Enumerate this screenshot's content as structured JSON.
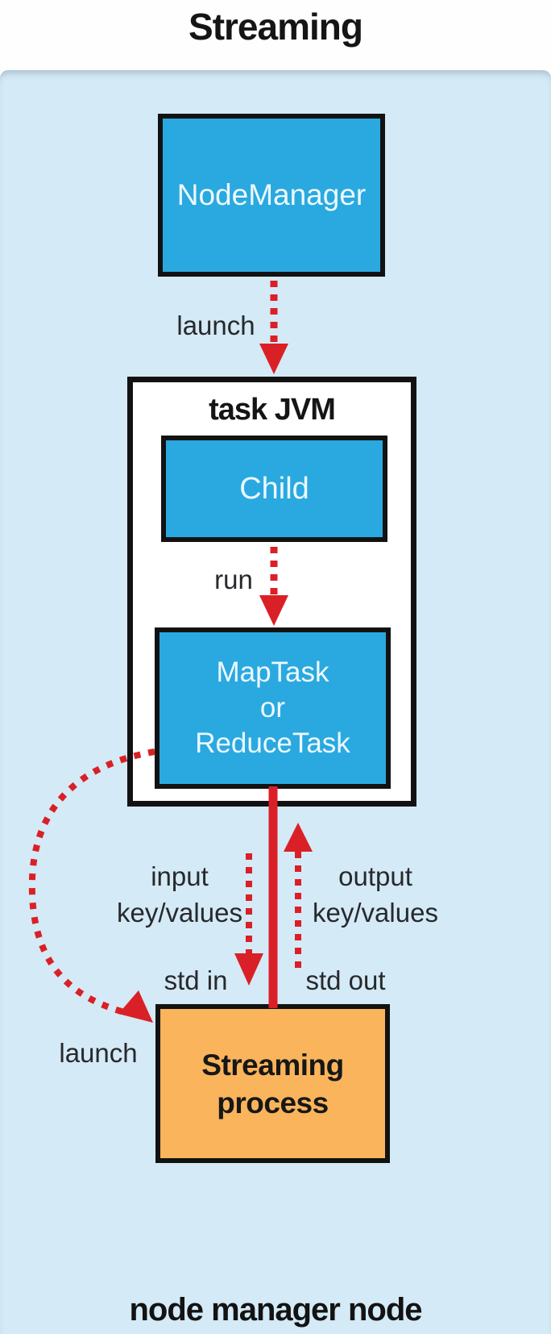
{
  "title": "Streaming",
  "footer": "node manager node",
  "colors": {
    "panel": "#d4eaf6",
    "box-blue": "#29a9e0",
    "box-orange": "#f9b45c",
    "red": "#da2027",
    "border": "#121212",
    "label": "#27292c"
  },
  "nodes": {
    "node_manager": "NodeManager",
    "task_jvm": "task JVM",
    "child": "Child",
    "map_task": "MapTask\nor\nReduceTask",
    "streaming_process": "Streaming\nprocess"
  },
  "edges": {
    "launch_top": "launch",
    "run": "run",
    "input": "input\nkey/values",
    "output": "output\nkey/values",
    "stdin": "std in",
    "stdout": "std out",
    "launch_bottom": "launch"
  }
}
